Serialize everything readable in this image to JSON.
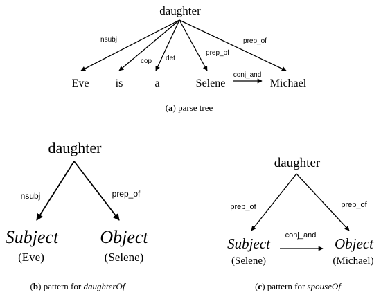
{
  "panel_a": {
    "root": "daughter",
    "tokens": {
      "eve": "Eve",
      "is": "is",
      "a": "a",
      "selene": "Selene",
      "michael": "Michael"
    },
    "edges": {
      "nsubj": "nsubj",
      "cop": "cop",
      "det": "det",
      "prep_of_selene": "prep_of",
      "prep_of_michael": "prep_of",
      "conj_and": "conj_and"
    },
    "caption": {
      "letter": "a",
      "text": " parse tree"
    }
  },
  "panel_b": {
    "root": "daughter",
    "left_role": "Subject",
    "left_value": "(Eve)",
    "right_role": "Object",
    "right_value": "(Selene)",
    "left_edge": "nsubj",
    "right_edge": "prep_of",
    "caption": {
      "letter": "b",
      "text": " pattern for ",
      "emph": "daughterOf"
    }
  },
  "panel_c": {
    "root": "daughter",
    "left_role": "Subject",
    "left_value": "(Selene)",
    "right_role": "Object",
    "right_value": "(Michael)",
    "left_edge": "prep_of",
    "right_edge": "prep_of",
    "middle_edge": "conj_and",
    "caption": {
      "letter": "c",
      "text": " pattern for ",
      "emph": "spouseOf"
    }
  }
}
